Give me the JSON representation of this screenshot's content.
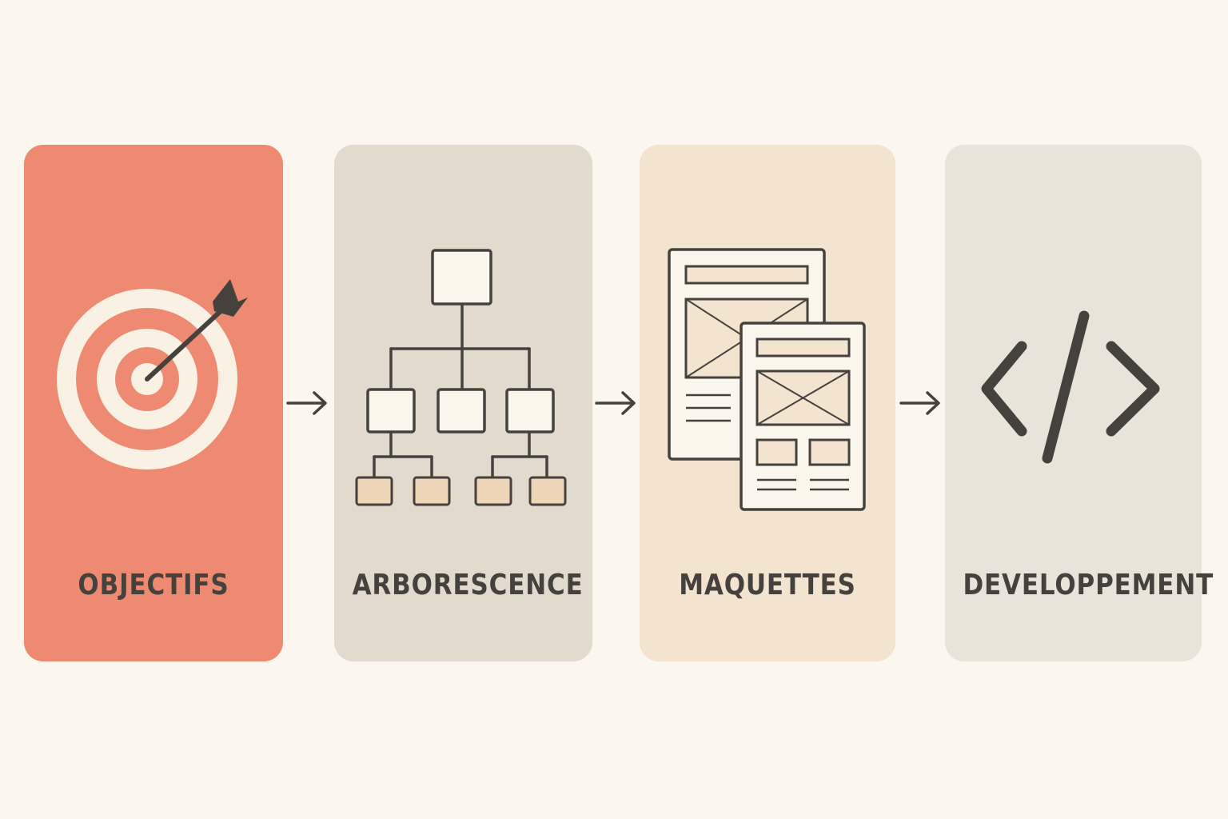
{
  "colors": {
    "background": "#FBF7EF",
    "ink": "#45423E",
    "card_objectifs": "#EF8A72",
    "card_arborescence": "#E2DACC",
    "card_maquettes": "#F2E4CF",
    "card_developpement": "#E9E4D9",
    "target_rings": "#F8F1E4",
    "leaf_boxes": "#EDD5B8",
    "box_fill": "#FBF6EC"
  },
  "steps": [
    {
      "label": "OBJECTIFS",
      "icon": "target-icon"
    },
    {
      "label": "ARBORESCENCE",
      "icon": "sitemap-icon"
    },
    {
      "label": "MAQUETTES",
      "icon": "wireframe-icon"
    },
    {
      "label": "DEVELOPPEMENT",
      "icon": "code-icon"
    }
  ],
  "connector_icon": "arrow-right-icon"
}
